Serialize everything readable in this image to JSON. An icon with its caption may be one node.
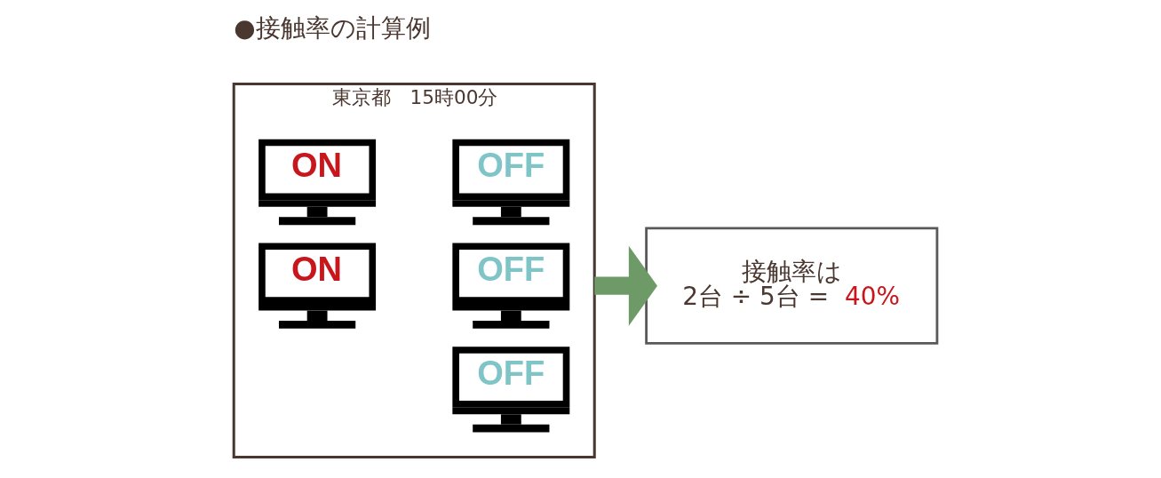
{
  "diagram": {
    "title": "●接触率の計算例",
    "nodes": [
      {
        "text": [
          "東京都　15時00分"
        ]
      },
      {
        "text": [
          "ON"
        ],
        "in": 0
      },
      {
        "text": [
          "OFF"
        ],
        "in": 0
      },
      {
        "text": [
          "ON"
        ],
        "in": 0
      },
      {
        "text": [
          "OFF"
        ],
        "in": 0
      },
      {
        "text": [
          "OFF"
        ],
        "in": 0
      },
      {
        "text": [
          "接触率は",
          "2台 ÷ 5台 =",
          "40%"
        ]
      }
    ],
    "edges": [
      {
        "from": 0,
        "to": 6,
        "arrow": "to",
        "color": "#6e9a68"
      }
    ]
  }
}
